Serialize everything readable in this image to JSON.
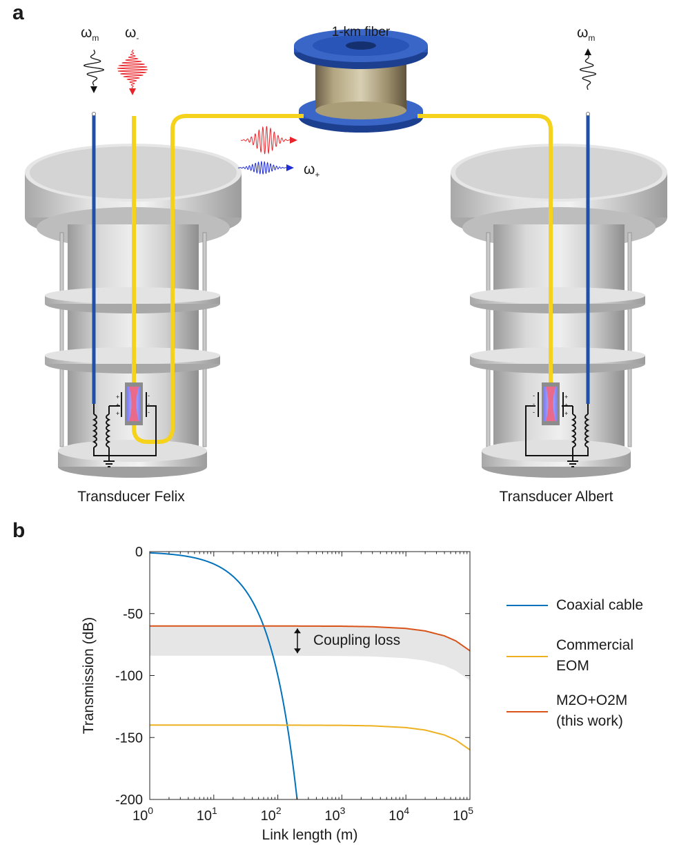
{
  "panel_a": {
    "letter": "a",
    "fiber_label": "1-km fiber",
    "omega_m_left_base": "ω",
    "omega_m_left_sub": "m",
    "omega_minus_base": "ω",
    "omega_minus_sub": "-",
    "omega_plus_base": "ω",
    "omega_plus_sub": "+",
    "omega_m_right_base": "ω",
    "omega_m_right_sub": "m",
    "transducer_left": "Transducer Felix",
    "transducer_right": "Transducer Albert",
    "colors": {
      "fiber": "#f5d21c",
      "coax": "#1f4fa8",
      "red_pulse": "#e8242a",
      "blue_pulse": "#1f2bd6",
      "spool": "#2a55b8"
    }
  },
  "panel_b": {
    "letter": "b",
    "annotation": "Coupling loss"
  },
  "chart_data": {
    "type": "line",
    "xlabel": "Link length (m)",
    "ylabel": "Transmission (dB)",
    "xscale": "log",
    "xlim": [
      1,
      100000
    ],
    "ylim": [
      -200,
      0
    ],
    "x_ticks": [
      {
        "v": 1,
        "base": "10",
        "exp": "0"
      },
      {
        "v": 10,
        "base": "10",
        "exp": "1"
      },
      {
        "v": 100,
        "base": "10",
        "exp": "2"
      },
      {
        "v": 1000,
        "base": "10",
        "exp": "3"
      },
      {
        "v": 10000,
        "base": "10",
        "exp": "4"
      },
      {
        "v": 100000,
        "base": "10",
        "exp": "5"
      }
    ],
    "y_ticks": [
      {
        "v": 0,
        "label": "0"
      },
      {
        "v": -50,
        "label": "-50"
      },
      {
        "v": -100,
        "label": "-100"
      },
      {
        "v": -150,
        "label": "-150"
      },
      {
        "v": -200,
        "label": "-200"
      }
    ],
    "series": [
      {
        "name": "Coaxial cable",
        "color": "#0072bd",
        "x": [
          1,
          2,
          5,
          10,
          20,
          40,
          60,
          80,
          100,
          120,
          150,
          180,
          200
        ],
        "y": [
          -1,
          -2,
          -5,
          -10,
          -20,
          -40,
          -60,
          -80,
          -100,
          -120,
          -150,
          -180,
          -200
        ]
      },
      {
        "name": "Commercial EOM",
        "color": "#edb120",
        "x": [
          1,
          10,
          100,
          1000,
          3000,
          10000,
          20000,
          40000,
          60000,
          100000
        ],
        "y": [
          -140,
          -140,
          -140,
          -140.2,
          -140.6,
          -142,
          -144,
          -148,
          -152,
          -160
        ]
      },
      {
        "name": "M2O+O2M\n(this work)",
        "color": "#d95319",
        "x": [
          1,
          10,
          100,
          1000,
          3000,
          10000,
          20000,
          40000,
          60000,
          100000
        ],
        "y": [
          -60,
          -60,
          -60,
          -60.2,
          -60.6,
          -62,
          -64,
          -68,
          -72,
          -80
        ]
      }
    ],
    "band": {
      "x": [
        1,
        10,
        100,
        1000,
        3000,
        10000,
        20000,
        40000,
        60000,
        100000
      ],
      "upper": [
        -60,
        -60,
        -60,
        -60.2,
        -60.6,
        -62,
        -64,
        -68,
        -72,
        -80
      ],
      "lower": [
        -84,
        -84,
        -84,
        -84.2,
        -84.6,
        -86,
        -88,
        -92,
        -96,
        -104
      ],
      "color": "#e6e6e6"
    },
    "legend": [
      {
        "label": "Coaxial cable",
        "color": "#0072bd"
      },
      {
        "label": "Commercial\nEOM",
        "color": "#edb120"
      },
      {
        "label": "M2O+O2M\n(this work)",
        "color": "#d95319"
      }
    ],
    "legend_position": "right, outside",
    "grid": false
  }
}
